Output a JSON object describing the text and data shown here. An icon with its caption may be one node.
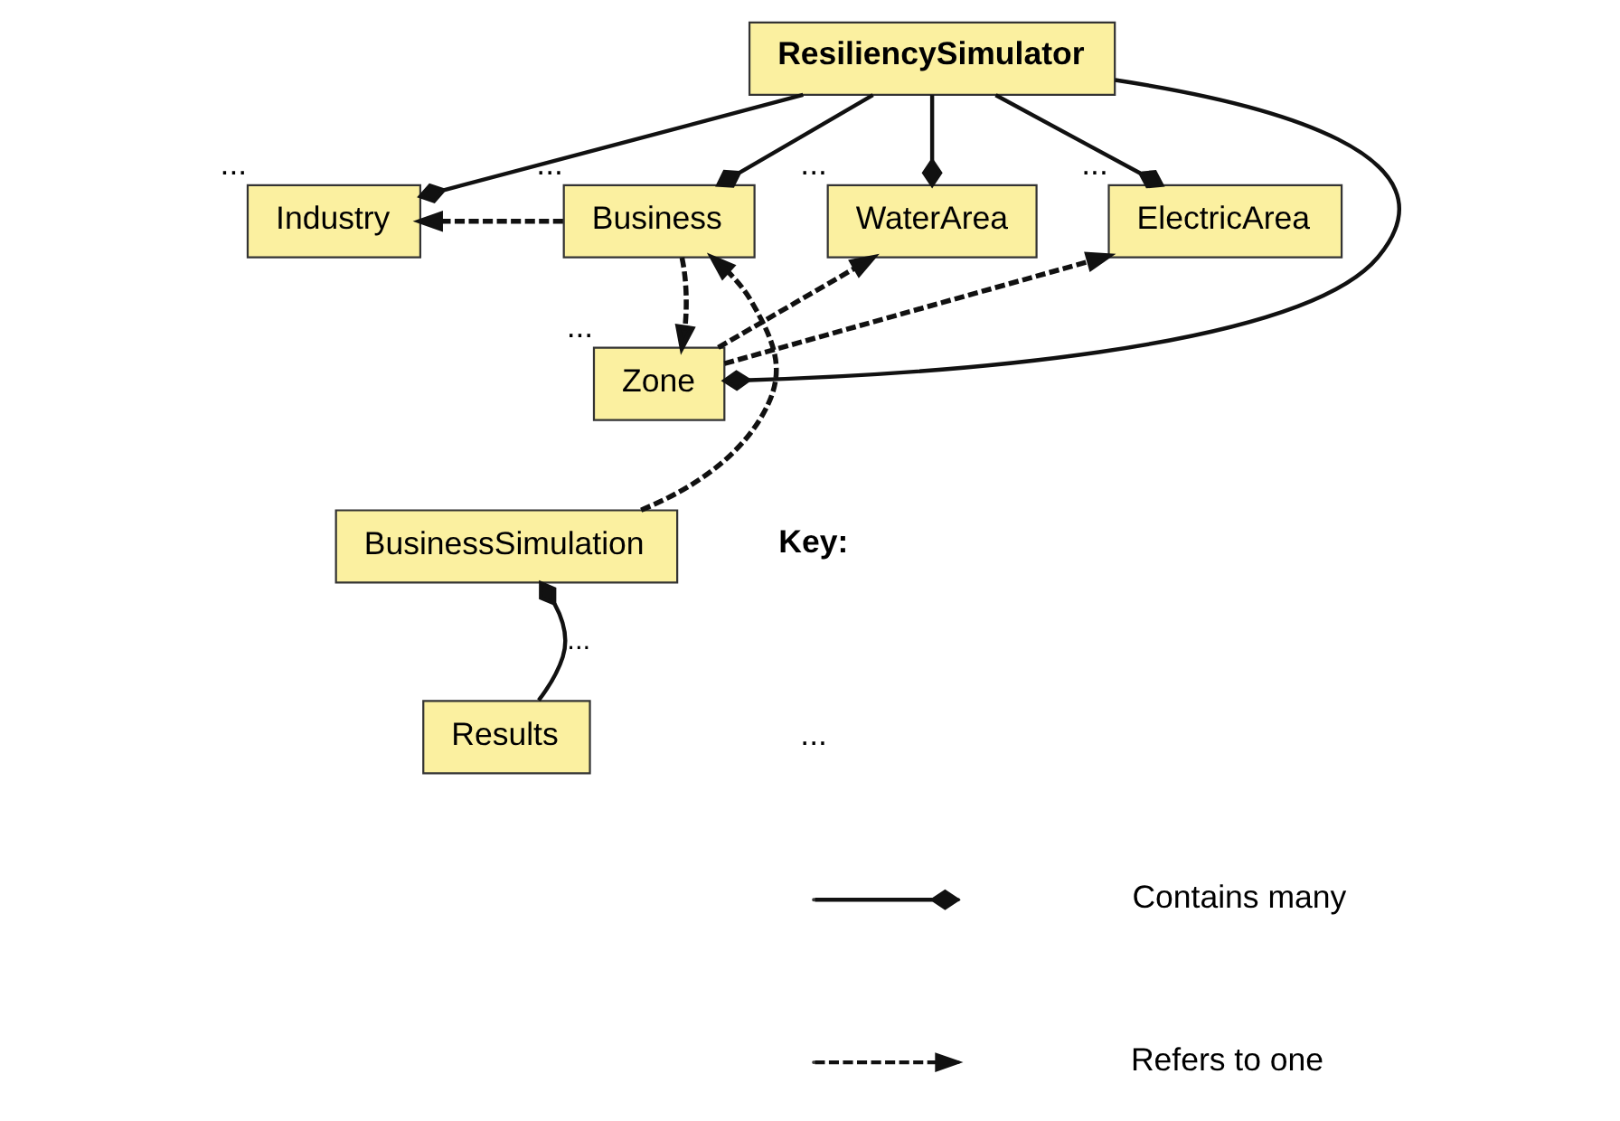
{
  "diagram": {
    "nodes": [
      {
        "text": [
          "ResiliencySimulator"
        ]
      },
      {
        "text": [
          "Industry"
        ],
        "beside": [
          "..."
        ]
      },
      {
        "text": [
          "Business"
        ],
        "beside": [
          "..."
        ]
      },
      {
        "text": [
          "WaterArea"
        ],
        "beside": [
          "..."
        ]
      },
      {
        "text": [
          "ElectricArea"
        ],
        "beside": [
          "..."
        ]
      },
      {
        "text": [
          "Zone"
        ],
        "beside": [
          "..."
        ]
      },
      {
        "text": [
          "BusinessSimulation"
        ]
      },
      {
        "text": [
          "Results"
        ]
      }
    ],
    "edges": [
      {
        "from": 0,
        "to": 1,
        "arrow": "other"
      },
      {
        "from": 0,
        "to": 2,
        "arrow": "other"
      },
      {
        "from": 0,
        "to": 5,
        "arrow": "other"
      },
      {
        "from": 0,
        "to": 3,
        "arrow": "other"
      },
      {
        "from": 0,
        "to": 4,
        "arrow": "other"
      },
      {
        "from": 2,
        "to": 1,
        "arrow": "to",
        "style": "dashed"
      },
      {
        "from": 2,
        "to": 5,
        "arrow": "to",
        "style": "dashed"
      },
      {
        "from": 6,
        "to": 2,
        "arrow": "to",
        "style": "dashed"
      },
      {
        "from": 5,
        "to": 3,
        "arrow": "to",
        "style": "dashed"
      },
      {
        "from": 5,
        "to": 4,
        "arrow": "to",
        "style": "dashed"
      },
      {
        "from": 7,
        "to": 6,
        "arrow": "other",
        "label": "..."
      }
    ],
    "labels": [
      "Key:",
      "..."
    ],
    "legend": [
      {
        "text": "Contains many"
      },
      {
        "text": "Refers to one"
      }
    ]
  }
}
